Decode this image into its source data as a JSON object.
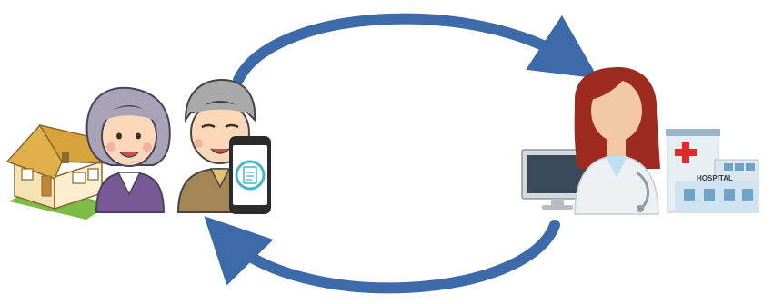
{
  "diagram": {
    "flow": "bidirectional-loop",
    "left_group": {
      "items": [
        "house-icon",
        "elderly-woman-illustration",
        "elderly-man-illustration",
        "smartphone-icon"
      ]
    },
    "right_group": {
      "items": [
        "computer-monitor-icon",
        "doctor-illustration",
        "hospital-building-icon"
      ],
      "hospital_sign": "HOSPITAL"
    },
    "arrows": [
      {
        "name": "arrow-to-hospital",
        "direction": "left-to-right",
        "color": "#3d6aa8"
      },
      {
        "name": "arrow-to-home",
        "direction": "right-to-left",
        "color": "#3d6aa8"
      }
    ],
    "colors": {
      "arrow": "#3d6aa8",
      "hospital_cross": "#e8262c",
      "house_roof": "#d8a23c",
      "doctor_hair": "#9e2b1f"
    }
  }
}
